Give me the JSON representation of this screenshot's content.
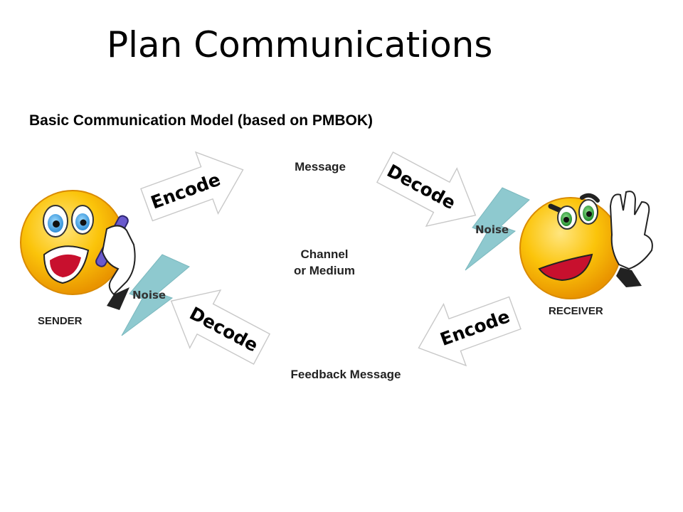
{
  "title": "Plan Communications",
  "subtitle": "Basic Communication Model (based on PMBOK)",
  "labels": {
    "message": "Message",
    "channel_line1": "Channel",
    "channel_line2": "or Medium",
    "feedback": "Feedback Message",
    "sender": "SENDER",
    "receiver": "RECEIVER"
  },
  "arrows": {
    "top_left": "Encode",
    "top_right": "Decode",
    "bottom_left": "Decode",
    "bottom_right": "Encode"
  },
  "noise": {
    "left": "Noise",
    "right": "Noise"
  },
  "colors": {
    "face": "#f7b500",
    "face_highlight": "#ffe680",
    "noise_bolt": "#8ec9cf",
    "sender_eyes": "#4aa8e0",
    "receiver_eyes": "#2e9e3e",
    "phone": "#6a5acd"
  },
  "icons": {
    "sender": "shocked-face-with-phone-icon",
    "receiver": "angry-face-hand-to-ear-icon",
    "noise": "lightning-bolt-icon"
  }
}
